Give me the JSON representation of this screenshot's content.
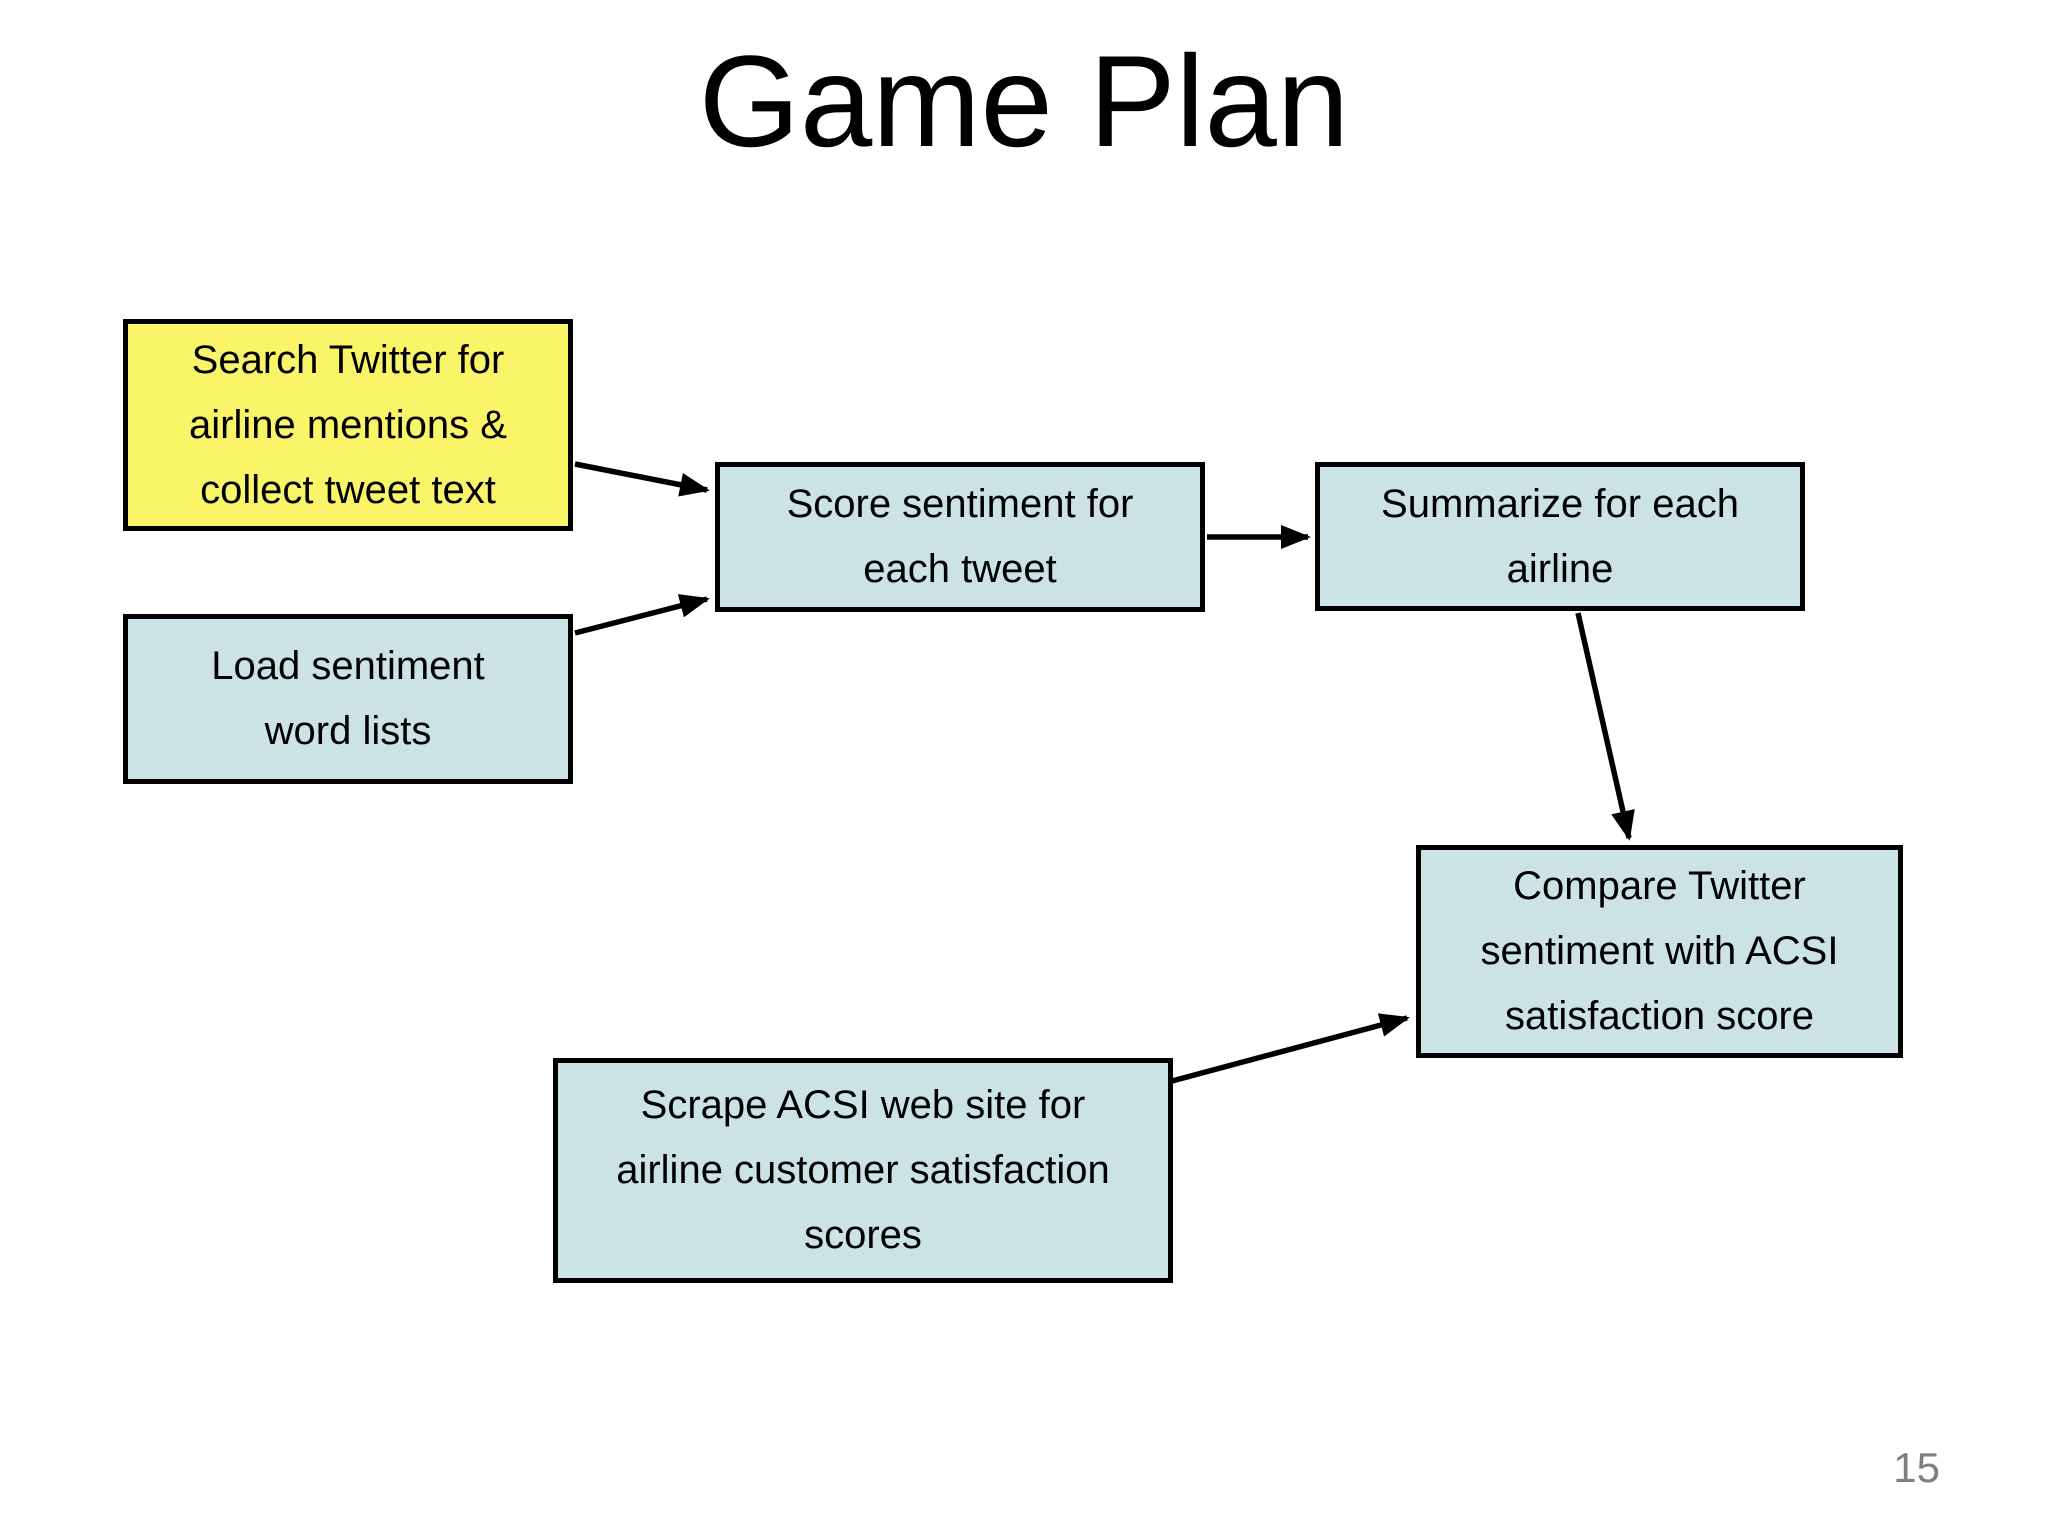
{
  "slide": {
    "title": "Game Plan",
    "page_number": "15"
  },
  "colors": {
    "background": "#FFFFFF",
    "text": "#000000",
    "box_border": "#000000",
    "highlight_fill": "#FAF568",
    "process_fill": "#CCE3E6",
    "arrow": "#000000",
    "page_number": "#7F7F7F"
  },
  "nodes": [
    {
      "id": "search-twitter",
      "label": "Search Twitter for airline mentions & collect tweet text",
      "lines": [
        "Search Twitter for",
        "airline mentions &",
        "collect tweet text"
      ],
      "style": "highlight"
    },
    {
      "id": "load-word-lists",
      "label": "Load sentiment word lists",
      "lines": [
        "Load sentiment",
        "word lists"
      ],
      "style": "process"
    },
    {
      "id": "score-sentiment",
      "label": "Score sentiment for each tweet",
      "lines": [
        "Score sentiment for",
        "each tweet"
      ],
      "style": "process"
    },
    {
      "id": "summarize-airline",
      "label": "Summarize for each airline",
      "lines": [
        "Summarize for each",
        "airline"
      ],
      "style": "process"
    },
    {
      "id": "compare-acsi",
      "label": "Compare Twitter sentiment with ACSI satisfaction score",
      "lines": [
        "Compare Twitter",
        "sentiment with ACSI",
        "satisfaction score"
      ],
      "style": "process"
    },
    {
      "id": "scrape-acsi",
      "label": "Scrape ACSI web site for airline customer satisfaction scores",
      "lines": [
        "Scrape ACSI web site for",
        "airline customer satisfaction",
        "scores"
      ],
      "style": "process"
    }
  ],
  "edges": [
    {
      "from": "search-twitter",
      "to": "score-sentiment"
    },
    {
      "from": "load-word-lists",
      "to": "score-sentiment"
    },
    {
      "from": "score-sentiment",
      "to": "summarize-airline"
    },
    {
      "from": "summarize-airline",
      "to": "compare-acsi"
    },
    {
      "from": "scrape-acsi",
      "to": "compare-acsi"
    }
  ]
}
